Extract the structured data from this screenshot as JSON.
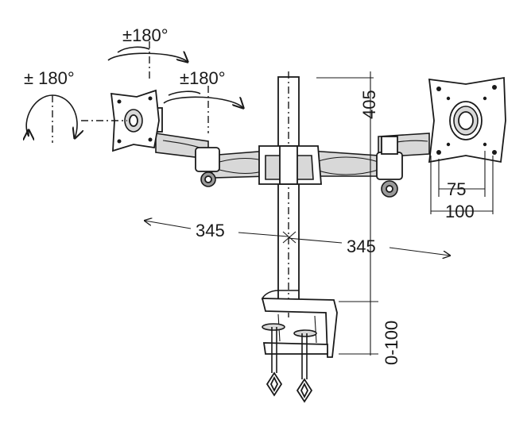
{
  "labels": {
    "rot_top": "±180°",
    "rot_left": "± 180°",
    "rot_arm": "±180°",
    "height": "405",
    "vesa_small": "75",
    "vesa_large": "100",
    "reach_left": "345",
    "reach_right": "345",
    "clamp": "0-100"
  },
  "colors": {
    "line": "#1a1a1a",
    "fill_light": "#d8d8d8",
    "fill_dark": "#9a9a9a",
    "background": "#ffffff"
  }
}
